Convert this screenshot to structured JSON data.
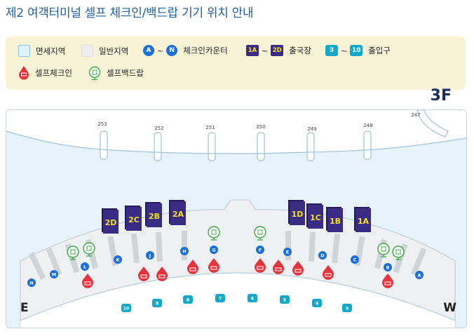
{
  "title": "제2 여객터미널 셀프 체크인/백드랍 기기 위치 안내",
  "floor": "3F",
  "legend": {
    "duty_free": "면세지역",
    "general": "일반지역",
    "counter_from": "A",
    "counter_to": "N",
    "counter_label": "체크인카운터",
    "departure_from": "1A",
    "departure_to": "2D",
    "departure_label": "출국장",
    "entrance_from": "3",
    "entrance_to": "10",
    "entrance_label": "출입구",
    "self_checkin": "셀프체크인",
    "self_bagdrop": "셀프백드랍",
    "tilde": "~"
  },
  "colors": {
    "title": "#1f5fa8",
    "counter": "#1b6fd8",
    "departure_bg": "#3a2b84",
    "departure_text": "#f2e21c",
    "entrance": "#12a9c9",
    "self_checkin": "#e3343f",
    "self_bagdrop": "#3aa845",
    "duty_free_area": "#e6f3fb",
    "general_area": "#eeeeee"
  },
  "compass": {
    "east": "E",
    "west": "W"
  },
  "gate_numbers": [
    "253",
    "252",
    "251",
    "250",
    "249",
    "248",
    "247"
  ],
  "departures": [
    "2D",
    "2C",
    "2B",
    "2A",
    "1D",
    "1C",
    "1B",
    "1A"
  ],
  "counters": [
    "N",
    "M",
    "L",
    "K",
    "J",
    "H",
    "G",
    "F",
    "E",
    "D",
    "C",
    "B",
    "A"
  ],
  "entrances": [
    "10",
    "9",
    "8",
    "7",
    "6",
    "5",
    "4",
    "3"
  ],
  "icons": {
    "self_checkin": "kiosk-pin-icon",
    "self_bagdrop": "bagdrop-globe-icon"
  }
}
